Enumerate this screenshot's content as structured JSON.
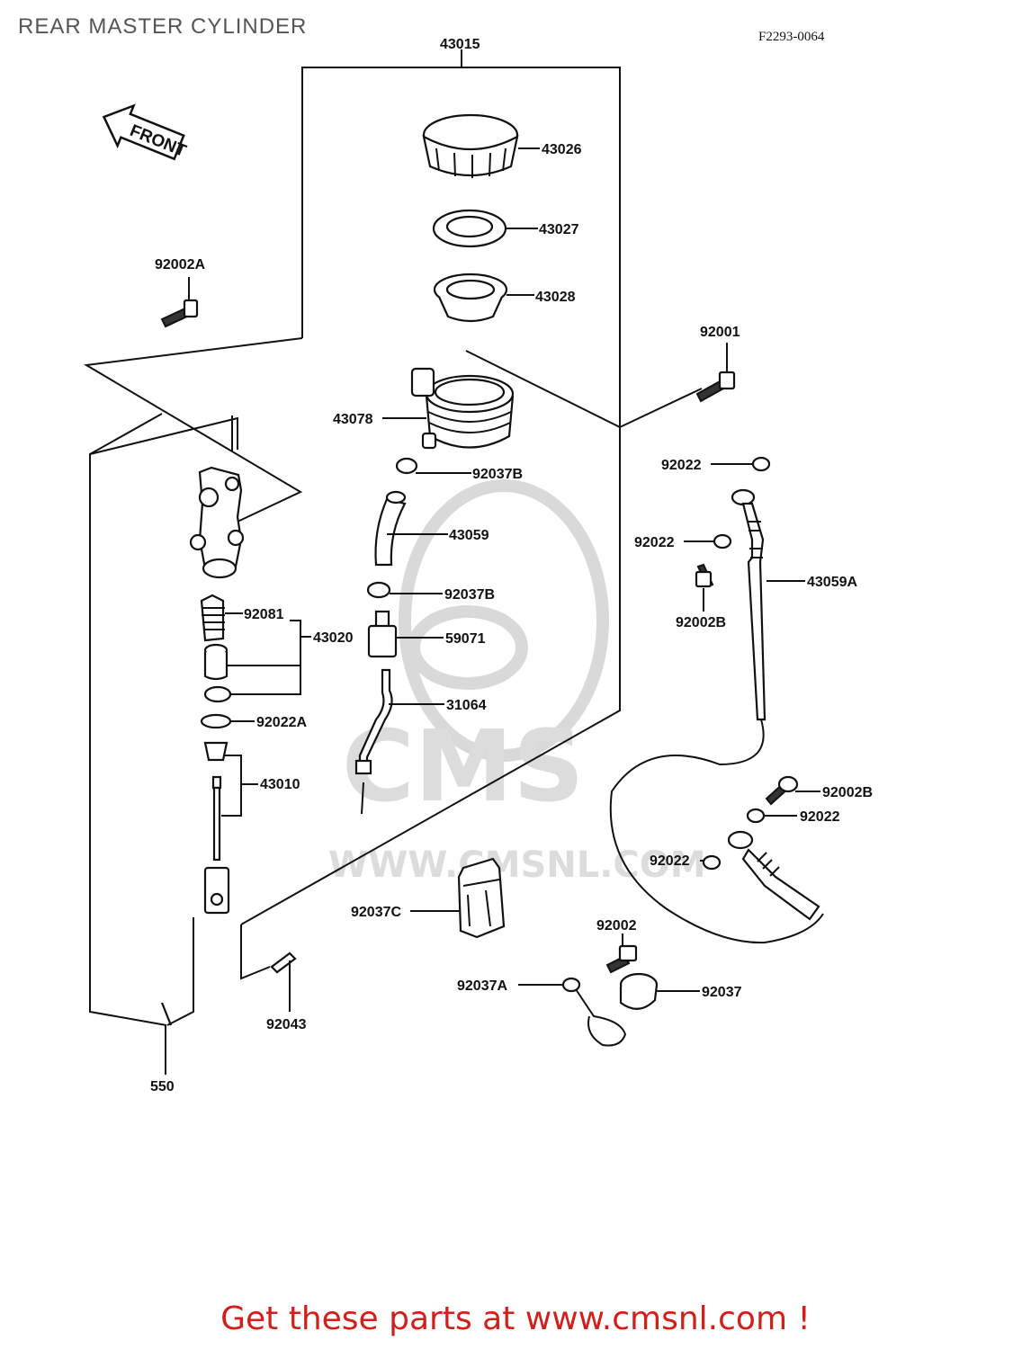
{
  "title": "REAR MASTER CYLINDER",
  "drawing_code": "F2293-0064",
  "front_label": "FRONT",
  "footer": "Get these parts at www.cmsnl.com !",
  "watermark": {
    "logo_text": "CMS",
    "url": "WWW.CMSNL.COM"
  },
  "parts": [
    {
      "id": "p43015",
      "number": "43015"
    },
    {
      "id": "p43026",
      "number": "43026"
    },
    {
      "id": "p43027",
      "number": "43027"
    },
    {
      "id": "p43028",
      "number": "43028"
    },
    {
      "id": "p92002A",
      "number": "92002A"
    },
    {
      "id": "p92001",
      "number": "92001"
    },
    {
      "id": "p43078",
      "number": "43078"
    },
    {
      "id": "p92037B_1",
      "number": "92037B"
    },
    {
      "id": "p92022_1",
      "number": "92022"
    },
    {
      "id": "p43059",
      "number": "43059"
    },
    {
      "id": "p92022_2",
      "number": "92022"
    },
    {
      "id": "p43059A",
      "number": "43059A"
    },
    {
      "id": "p92002B_1",
      "number": "92002B"
    },
    {
      "id": "p92037B_2",
      "number": "92037B"
    },
    {
      "id": "p92081",
      "number": "92081"
    },
    {
      "id": "p43020",
      "number": "43020"
    },
    {
      "id": "p59071",
      "number": "59071"
    },
    {
      "id": "p31064",
      "number": "31064"
    },
    {
      "id": "p92022A",
      "number": "92022A"
    },
    {
      "id": "p43010",
      "number": "43010"
    },
    {
      "id": "p92002B_2",
      "number": "92002B"
    },
    {
      "id": "p92022_3",
      "number": "92022"
    },
    {
      "id": "p92022_4",
      "number": "92022"
    },
    {
      "id": "p92037C",
      "number": "92037C"
    },
    {
      "id": "p92002",
      "number": "92002"
    },
    {
      "id": "p92037A",
      "number": "92037A"
    },
    {
      "id": "p92037",
      "number": "92037"
    },
    {
      "id": "p92043",
      "number": "92043"
    },
    {
      "id": "p550",
      "number": "550"
    }
  ]
}
